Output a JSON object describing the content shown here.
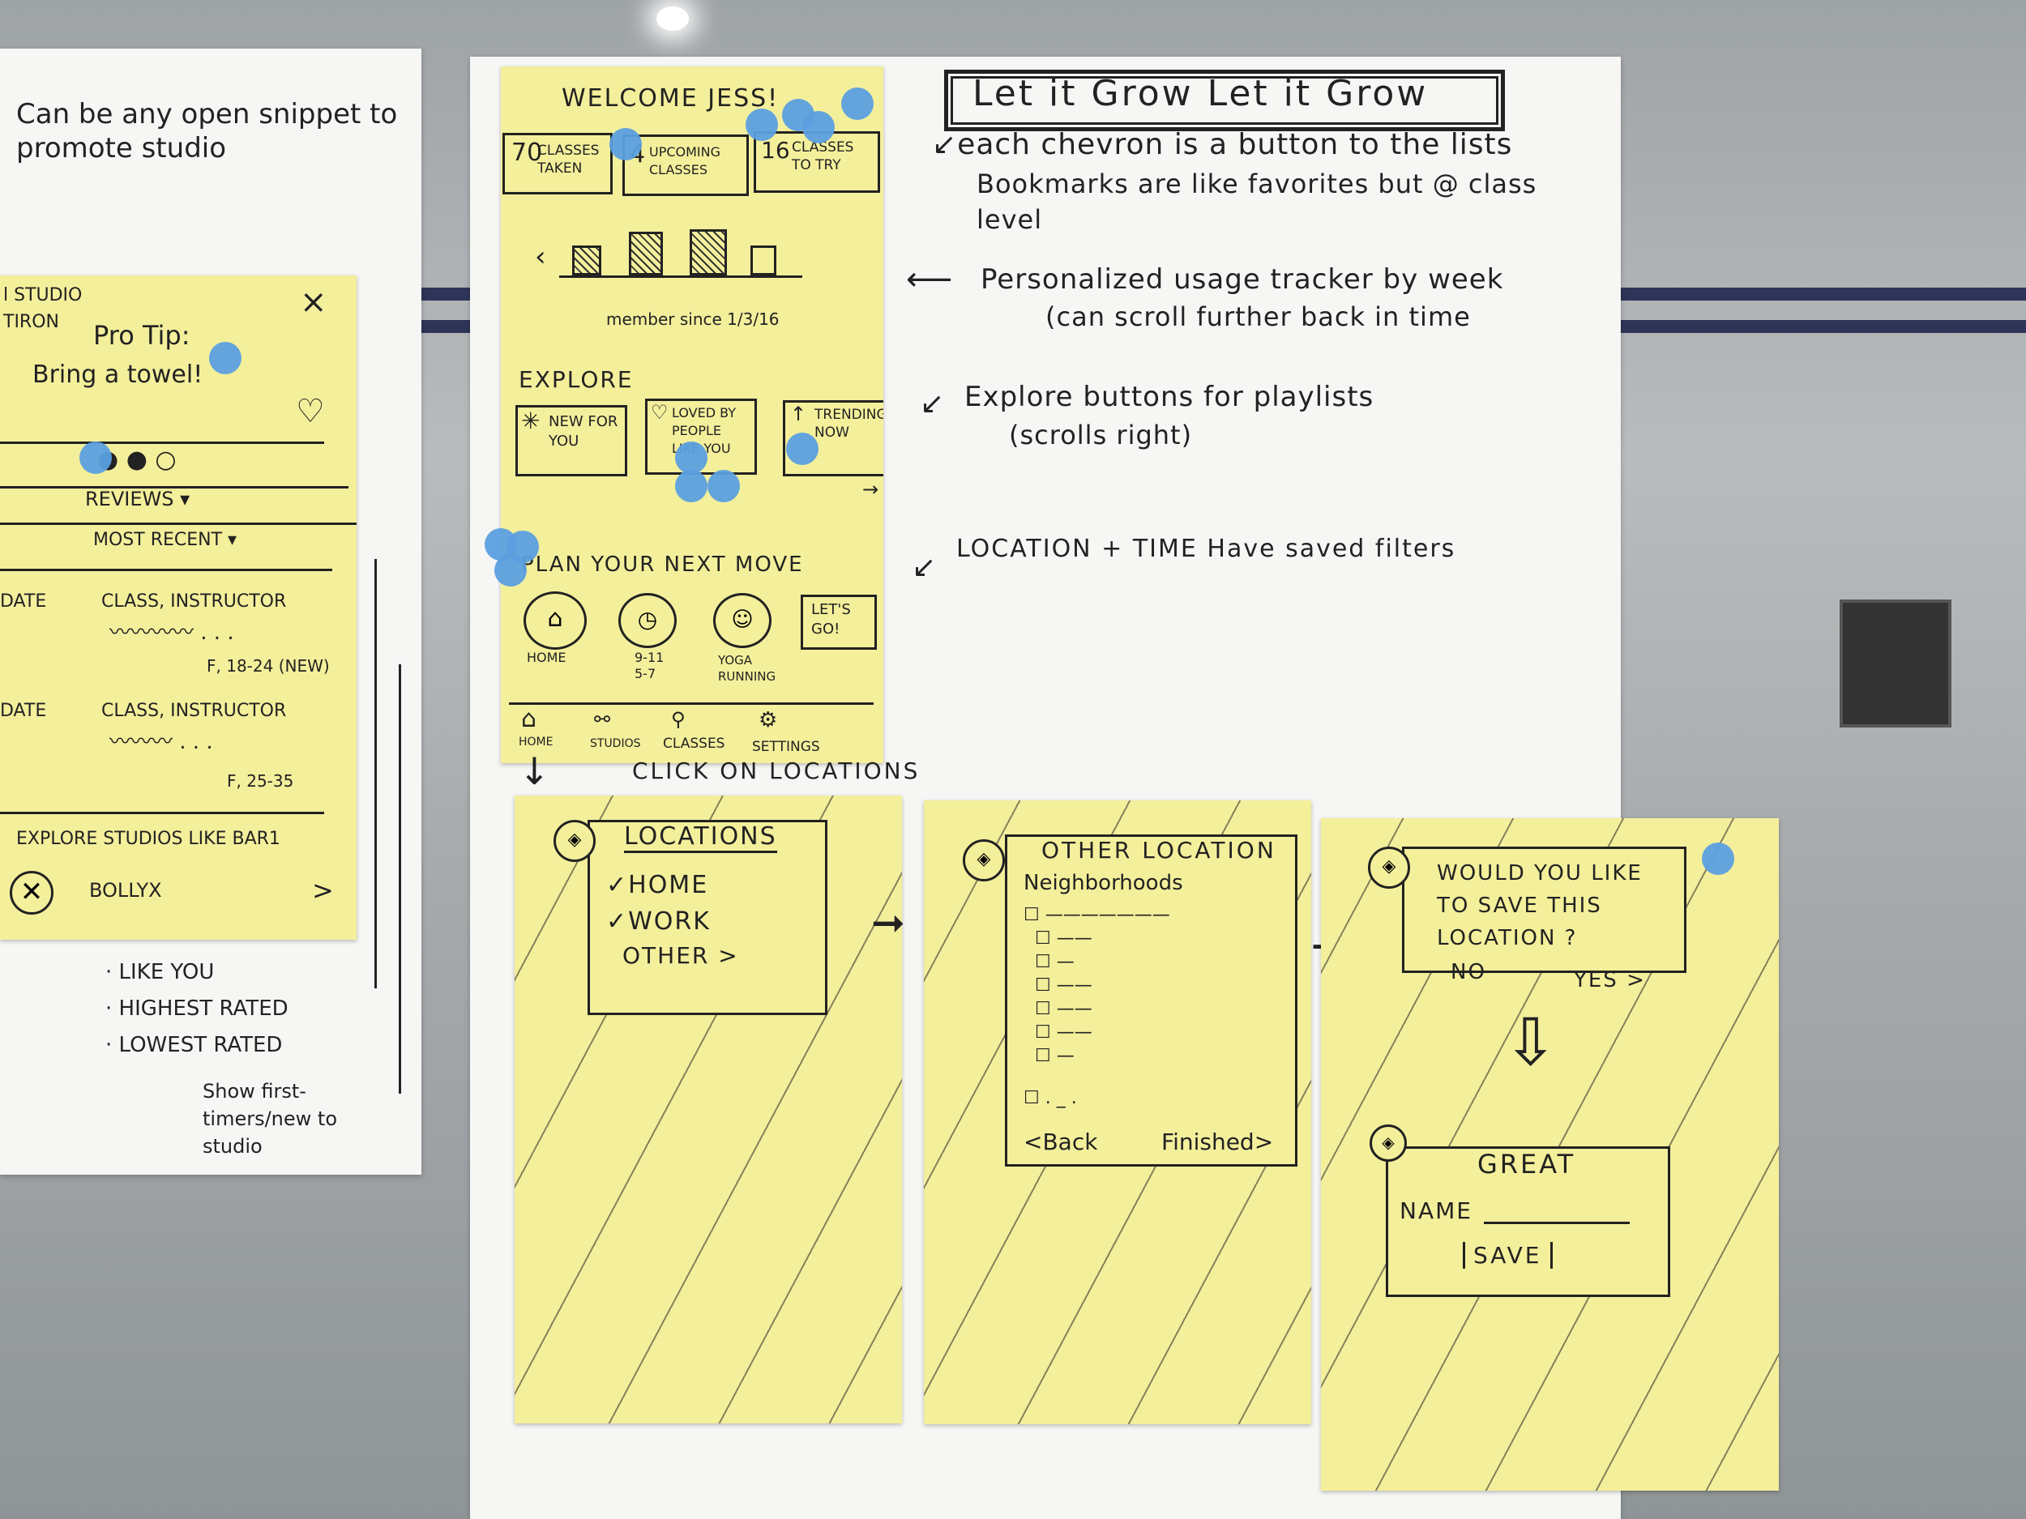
{
  "left_sheet": {
    "note": "Can be any open snippet to promote studio",
    "partial_studio": "l STUDIO",
    "partial_tiron": "TIRON",
    "pro_tip": "Pro Tip:",
    "bring_towel": "Bring a towel!",
    "close": "×",
    "reviews": "REVIEWS",
    "most_recent": "MOST RECENT",
    "rows": [
      {
        "date": "DATE",
        "class": "CLASS, INSTRUCTOR",
        "meta": "F, 18-24 (NEW)"
      },
      {
        "date": "DATE",
        "class": "CLASS, INSTRUCTOR",
        "meta": "F, 25-35"
      }
    ],
    "explore_like": "EXPLORE STUDIOS LIKE BAR1",
    "bollyx": "BOLLYX",
    "sort_options": [
      "LIKE YOU",
      "HIGHEST RATED",
      "LOWEST RATED"
    ],
    "show_note": "Show first-timers/new to studio"
  },
  "phone": {
    "welcome": "WELCOME JESS!",
    "stats": [
      {
        "num": "70",
        "label": "CLASSES TAKEN"
      },
      {
        "num": "4",
        "label": "UPCOMING CLASSES"
      },
      {
        "num": "16",
        "label": "CLASSES TO TRY"
      }
    ],
    "member_since": "member since 1/3/16",
    "usage_bars": [
      0.45,
      0.7,
      0.75,
      0.45
    ],
    "explore_title": "EXPLORE",
    "explore_buttons": [
      "NEW FOR YOU",
      "LOVED BY PEOPLE LIKE YOU",
      "TRENDING NOW"
    ],
    "plan_title": "PLAN YOUR NEXT MOVE",
    "plan_items": [
      {
        "label": "HOME",
        "icon": "location-icon"
      },
      {
        "label": "9-11 5-7",
        "icon": "clock-icon"
      },
      {
        "label": "YOGA RUNNING",
        "icon": "activity-icon"
      }
    ],
    "lets_go": "LET'S GO!",
    "nav": [
      "HOME",
      "STUDIOS",
      "CLASSES",
      "SETTINGS"
    ]
  },
  "notes": {
    "title": "Let it Grow Let it Grow",
    "chevron_note": "each chevron is a button to the lists",
    "bookmarks_note": "Bookmarks are like favorites but @ class level",
    "tracker_note_1": "Personalized usage tracker by week",
    "tracker_note_2": "(can scroll further back in time",
    "explore_note_1": "Explore buttons for playlists",
    "explore_note_2": "(scrolls right)",
    "location_note": "LOCATION + TIME Have saved filters",
    "click_locations": "CLICK ON LOCATIONS"
  },
  "flow": {
    "locations_title": "LOCATIONS",
    "locations_items": [
      "✓HOME",
      "✓WORK",
      "OTHER >"
    ],
    "other_title": "OTHER LOCATION",
    "neighborhoods": "Neighborhoods",
    "back": "<Back",
    "finished": "Finished>",
    "save_prompt": [
      "WOULD YOU LIKE",
      "TO SAVE THIS",
      "LOCATION ?"
    ],
    "no": "NO",
    "yes": "YES >",
    "great": "GREAT",
    "name_label": "NAME",
    "save": "SAVE"
  }
}
